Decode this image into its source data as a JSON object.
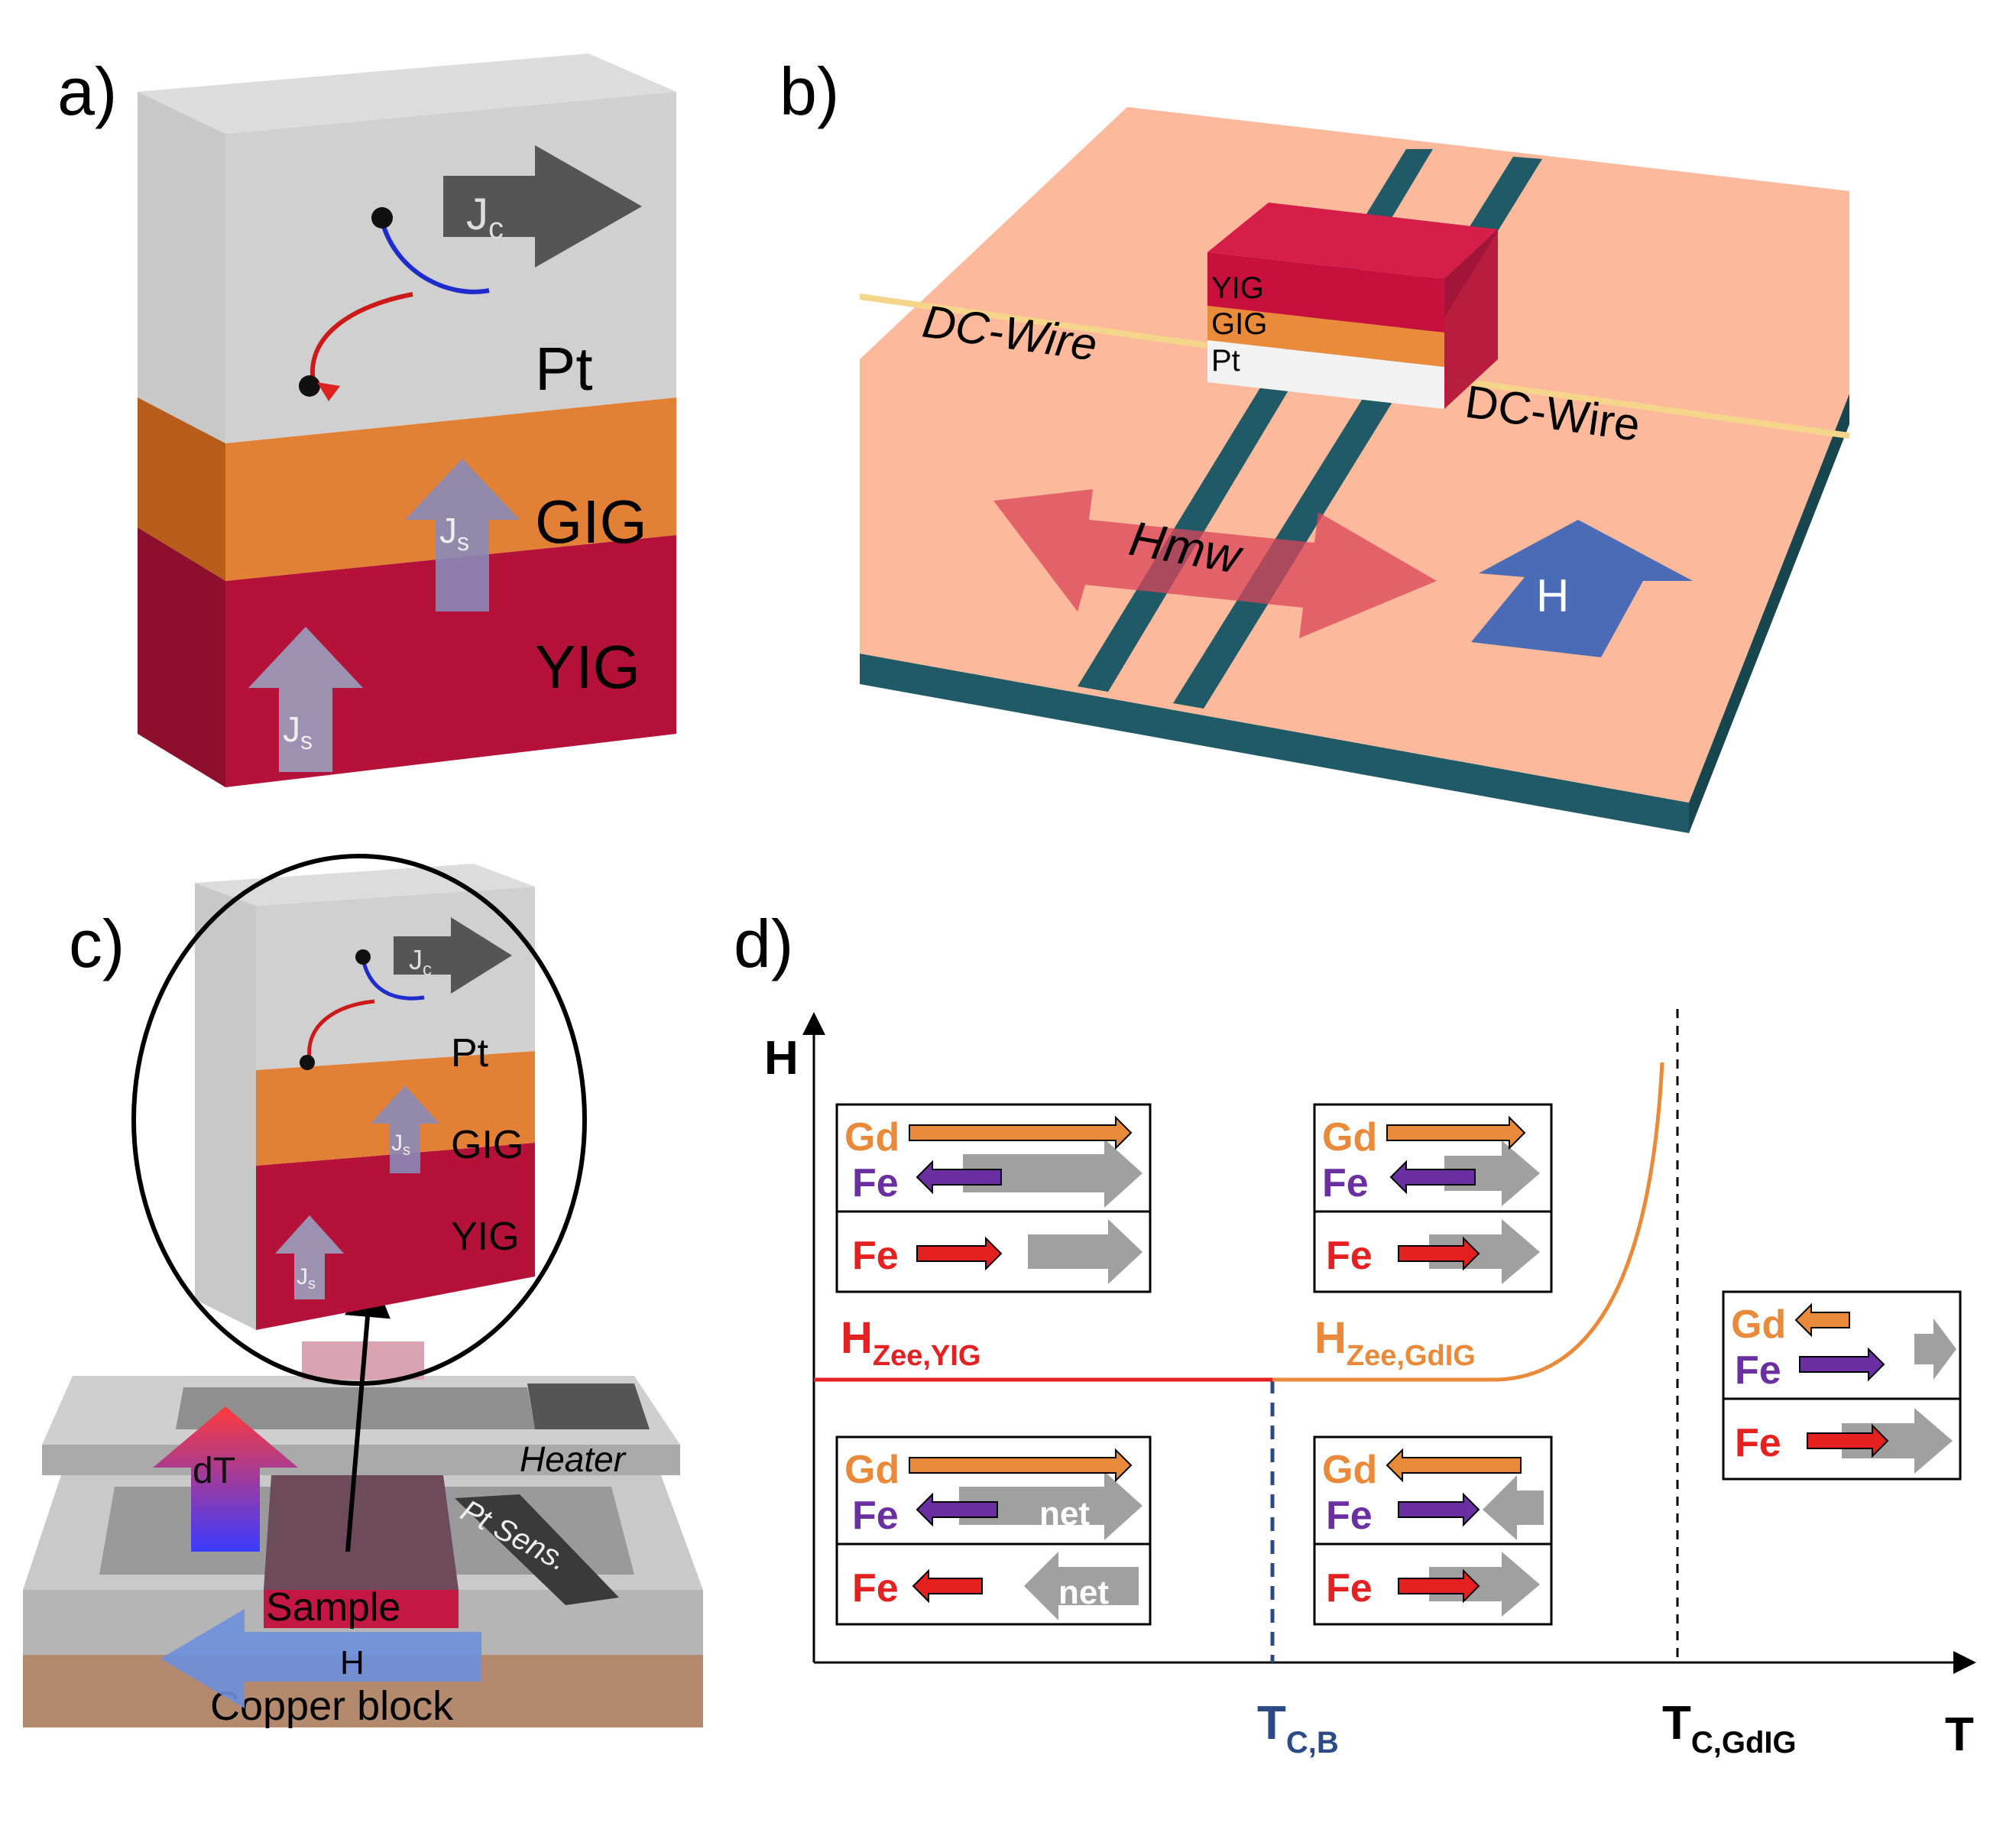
{
  "panels": {
    "a": {
      "label": "a)",
      "layers": {
        "pt": "Pt",
        "gig": "GIG",
        "yig": "YIG"
      },
      "jc": {
        "main": "J",
        "sub": "c"
      },
      "js": {
        "main": "J",
        "sub": "s"
      }
    },
    "b": {
      "label": "b)",
      "stack": {
        "yig": "YIG",
        "gig": "GIG",
        "pt": "Pt"
      },
      "wire_left": "DC-Wire",
      "wire_right": "DC-Wire",
      "hmw": "Hmw",
      "h": "H"
    },
    "c": {
      "label": "c)",
      "layers": {
        "pt": "Pt",
        "gig": "GIG",
        "yig": "YIG"
      },
      "jc": {
        "main": "J",
        "sub": "c"
      },
      "js": {
        "main": "J",
        "sub": "s"
      },
      "heater": "Heater",
      "dt": "dT",
      "pt_sens": "Pt Sens.",
      "sample": "Sample",
      "h": "H",
      "copper": "Copper block"
    },
    "d": {
      "label": "d)",
      "axis_y": "H",
      "axis_x": "T",
      "tcb": {
        "main": "T",
        "sub": "C,B"
      },
      "tcgdig": {
        "main": "T",
        "sub": "C,GdIG"
      },
      "hzee_yig": {
        "main": "H",
        "sub": "Zee,YIG"
      },
      "hzee_gdig": {
        "main": "H",
        "sub": "Zee,GdIG"
      },
      "gd": "Gd",
      "fe": "Fe",
      "net": "net"
    }
  },
  "colors": {
    "yig_red": "#b5123a",
    "gig_orange": "#e07a2a",
    "pt_gray": "#c8c8c8",
    "substrate_salmon": "#fdb99b",
    "substrate_teal": "#1f5a66",
    "arrow_gd": "#e98a3a",
    "arrow_fe_purple": "#6a2fa0",
    "arrow_fe_red": "#e52020",
    "h_blue": "#4a6bb5",
    "tcb_blue": "#2b4a86"
  }
}
